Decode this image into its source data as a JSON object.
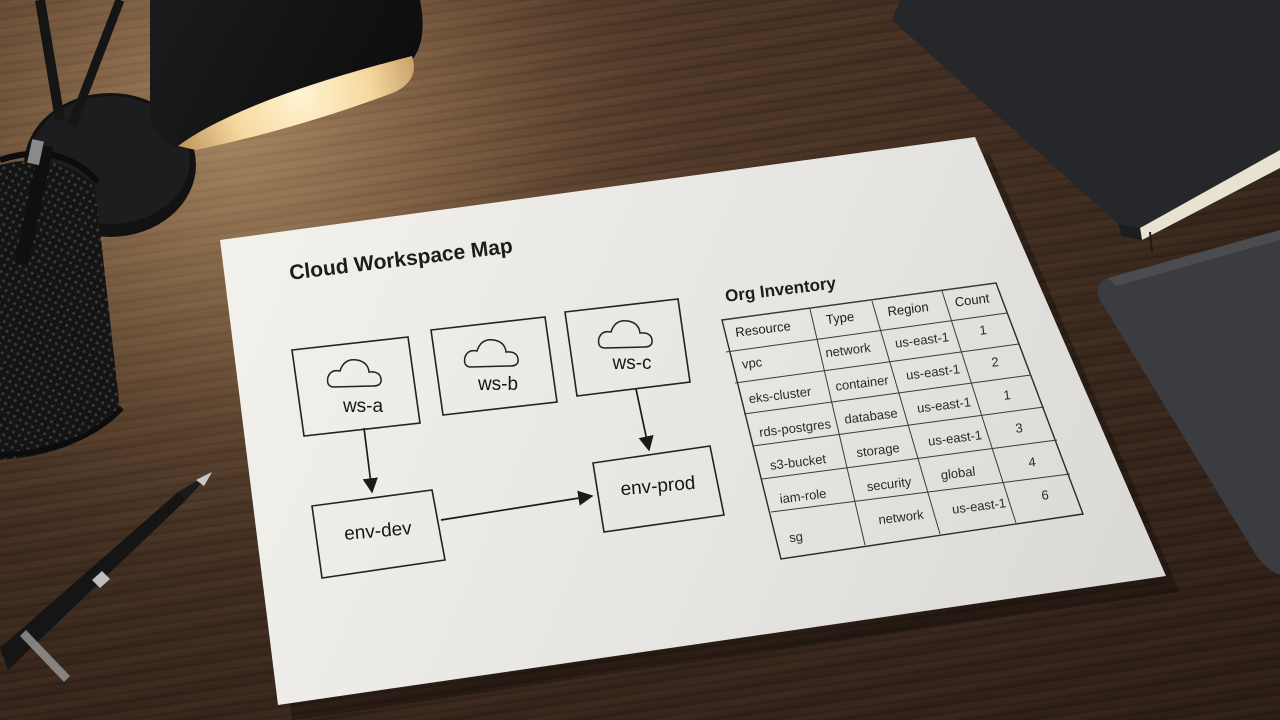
{
  "diagram": {
    "title": "Cloud Workspace Map",
    "nodes": [
      {
        "id": "ws-a",
        "label": "ws-a",
        "icon": "cloud-icon"
      },
      {
        "id": "ws-b",
        "label": "ws-b",
        "icon": "cloud-icon"
      },
      {
        "id": "ws-c",
        "label": "ws-c",
        "icon": "cloud-icon"
      },
      {
        "id": "env-dev",
        "label": "env-dev"
      },
      {
        "id": "env-prod",
        "label": "env-prod"
      }
    ],
    "edges": [
      {
        "from": "ws-a",
        "to": "env-dev"
      },
      {
        "from": "env-dev",
        "to": "env-prod"
      },
      {
        "from": "ws-c",
        "to": "env-prod"
      }
    ]
  },
  "inventory": {
    "title": "Org Inventory",
    "headers": [
      "Resource",
      "Type",
      "Region",
      "Count"
    ],
    "rows": [
      [
        "vpc",
        "network",
        "us-east-1",
        "1"
      ],
      [
        "eks-cluster",
        "container",
        "us-east-1",
        "2"
      ],
      [
        "rds-postgres",
        "database",
        "us-east-1",
        "1"
      ],
      [
        "s3-bucket",
        "storage",
        "us-east-1",
        "3"
      ],
      [
        "iam-role",
        "security",
        "global",
        "4"
      ],
      [
        "sg",
        "network",
        "us-east-1",
        "6"
      ]
    ]
  },
  "colors": {
    "desk": "#3b2a1f",
    "paper": "#e9e8e4",
    "ink": "#1f1f1f",
    "lamp_glow": "#f6d9a0",
    "notebook": "#2b2d30"
  }
}
